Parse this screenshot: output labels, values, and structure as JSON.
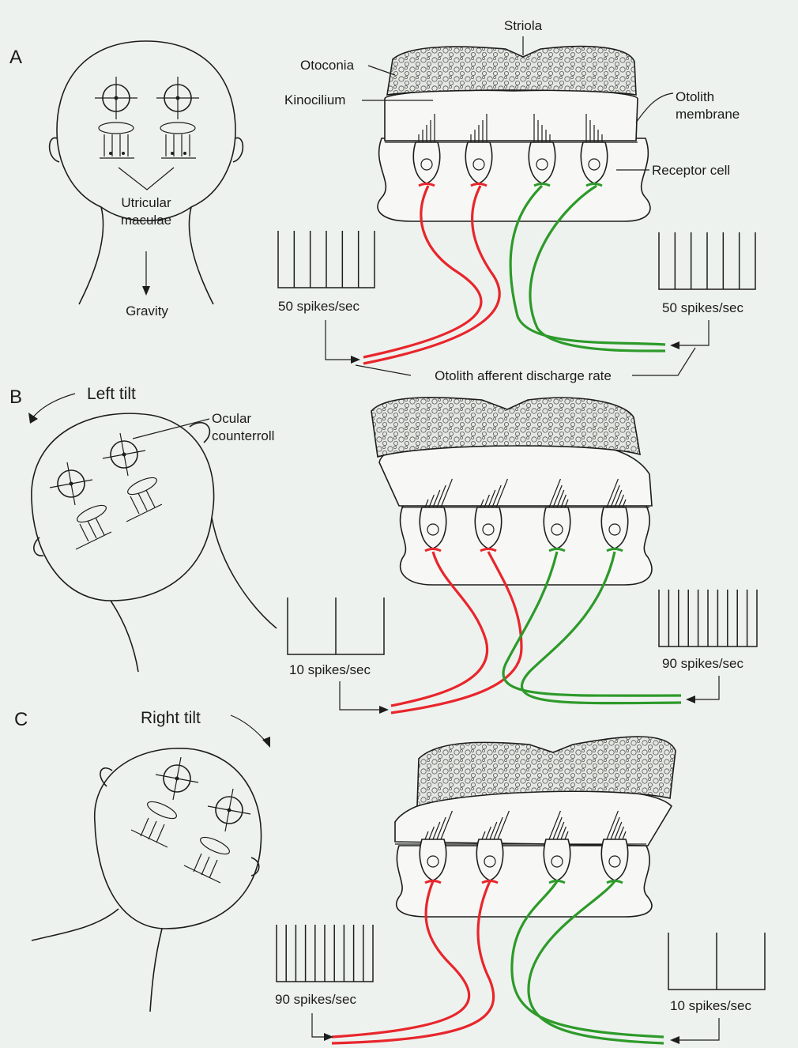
{
  "panels": {
    "a": {
      "letter": "A",
      "maculae_line1": "Utricular",
      "maculae_line2": "maculae",
      "gravity": "Gravity"
    },
    "b": {
      "letter": "B",
      "tilt": "Left tilt",
      "ocular_line1": "Ocular",
      "ocular_line2": "counterroll"
    },
    "c": {
      "letter": "C",
      "tilt": "Right tilt"
    }
  },
  "labels": {
    "striola": "Striola",
    "otoconia": "Otoconia",
    "kinocilium": "Kinocilium",
    "otolith_line1": "Otolith",
    "otolith_line2": "membrane",
    "receptor_cell": "Receptor cell",
    "discharge": "Otolith afferent discharge rate"
  },
  "rates": {
    "a_left": {
      "text": "50 spikes/sec",
      "spikes": 50
    },
    "a_right": {
      "text": "50 spikes/sec",
      "spikes": 50
    },
    "b_left": {
      "text": "10 spikes/sec",
      "spikes": 10
    },
    "b_right": {
      "text": "90 spikes/sec",
      "spikes": 90
    },
    "c_left": {
      "text": "90 spikes/sec",
      "spikes": 90
    },
    "c_right": {
      "text": "10 spikes/sec",
      "spikes": 10
    }
  },
  "colors": {
    "red_afferent": "#e8262c",
    "green_afferent": "#2d9a2a"
  }
}
